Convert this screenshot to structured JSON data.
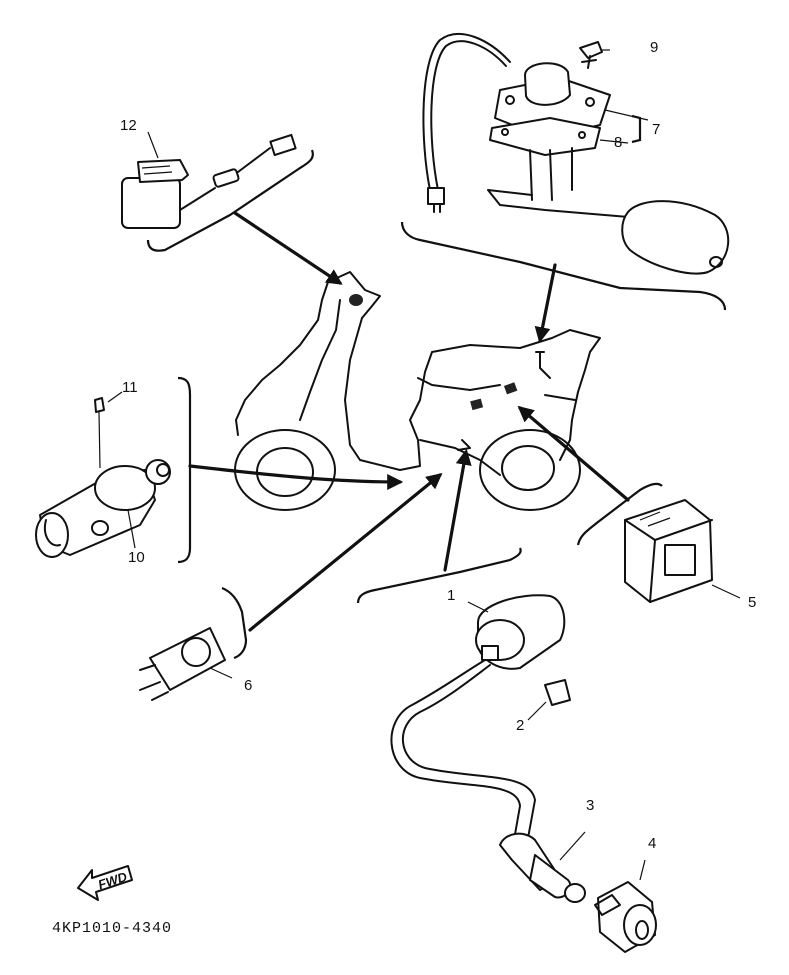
{
  "part_numbers": {
    "p1": "1",
    "p2": "2",
    "p3": "3",
    "p4": "4",
    "p5": "5",
    "p6": "6",
    "p7": "7",
    "p8": "8",
    "p9": "9",
    "p10": "10",
    "p11": "11",
    "p12": "12"
  },
  "fwd_label": "FWD",
  "diagram_code": "4KP1010-4340",
  "icons": [
    "fwd-arrow-icon"
  ]
}
